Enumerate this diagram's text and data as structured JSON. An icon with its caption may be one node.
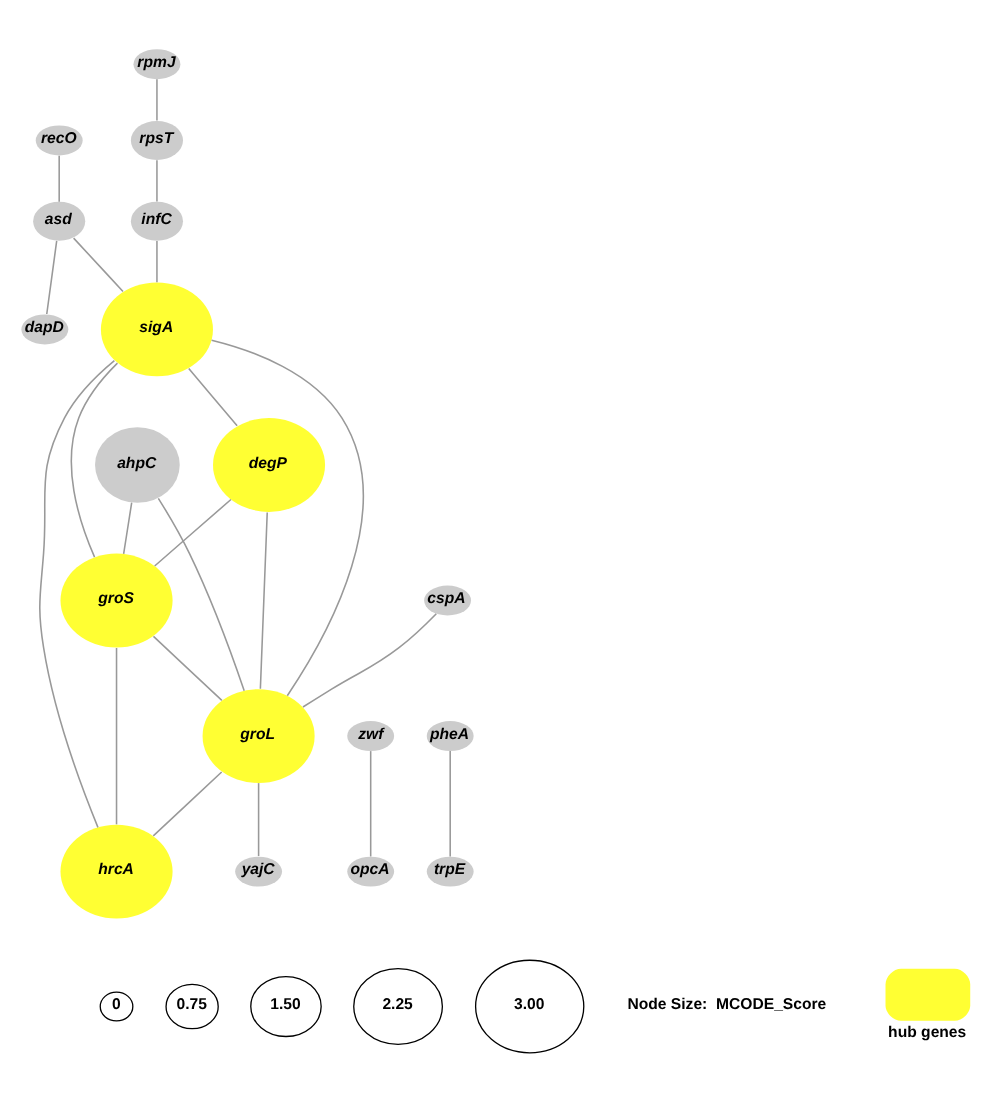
{
  "diagram": {
    "nodes": [
      {
        "text": [
          "dapD"
        ]
      },
      {
        "text": [
          "recO"
        ]
      },
      {
        "text": [
          "asd"
        ]
      },
      {
        "text": [
          "rpmJ"
        ]
      },
      {
        "text": [
          "rpsT"
        ]
      },
      {
        "text": [
          "infC"
        ]
      },
      {
        "text": [
          "sigA"
        ]
      },
      {
        "text": [
          "degP"
        ]
      },
      {
        "text": [
          "ahpC"
        ]
      },
      {
        "text": [
          "groS"
        ]
      },
      {
        "text": [
          "zwf"
        ]
      },
      {
        "text": [
          "cspA"
        ]
      },
      {
        "text": [
          "groL"
        ]
      },
      {
        "text": [
          "hrcA"
        ]
      },
      {
        "text": [
          "opcA"
        ]
      },
      {
        "text": [
          "yajC"
        ]
      },
      {
        "text": [
          "trpE"
        ]
      },
      {
        "text": [
          "pheA"
        ]
      },
      {
        "text": [
          "0"
        ]
      },
      {
        "text": [
          "0.75"
        ]
      },
      {
        "text": [
          "1.50"
        ]
      },
      {
        "text": [
          "2.25"
        ]
      },
      {
        "text": [
          "3.00"
        ]
      }
    ],
    "edges": [
      {
        "from": 2,
        "to": 0,
        "arrow": "none"
      },
      {
        "from": 1,
        "to": 2,
        "arrow": "none"
      },
      {
        "from": 2,
        "to": 6,
        "arrow": "none"
      },
      {
        "from": 3,
        "to": 4,
        "arrow": "none"
      },
      {
        "from": 4,
        "to": 5,
        "arrow": "none"
      },
      {
        "from": 5,
        "to": 6,
        "arrow": "none"
      },
      {
        "from": 6,
        "to": 7,
        "arrow": "none"
      },
      {
        "from": 6,
        "to": 9,
        "arrow": "none"
      },
      {
        "from": 6,
        "to": 12,
        "arrow": "none"
      },
      {
        "from": 6,
        "to": 13,
        "arrow": "none"
      },
      {
        "from": 7,
        "to": 9,
        "arrow": "none"
      },
      {
        "from": 7,
        "to": 12,
        "arrow": "none"
      },
      {
        "from": 8,
        "to": 9,
        "arrow": "none"
      },
      {
        "from": 8,
        "to": 12,
        "arrow": "none"
      },
      {
        "from": 9,
        "to": 12,
        "arrow": "none"
      },
      {
        "from": 9,
        "to": 13,
        "arrow": "none"
      },
      {
        "from": 11,
        "to": 12,
        "arrow": "none"
      },
      {
        "from": 12,
        "to": 13,
        "arrow": "none"
      },
      {
        "from": 12,
        "to": 15,
        "arrow": "none"
      },
      {
        "from": 10,
        "to": 14,
        "arrow": "none"
      },
      {
        "from": 17,
        "to": 16,
        "arrow": "none"
      }
    ],
    "labels": [
      "Node Size:  MCODE_Score"
    ],
    "legend": [
      {
        "text": "hub genes",
        "color": "#ffff33"
      }
    ]
  }
}
